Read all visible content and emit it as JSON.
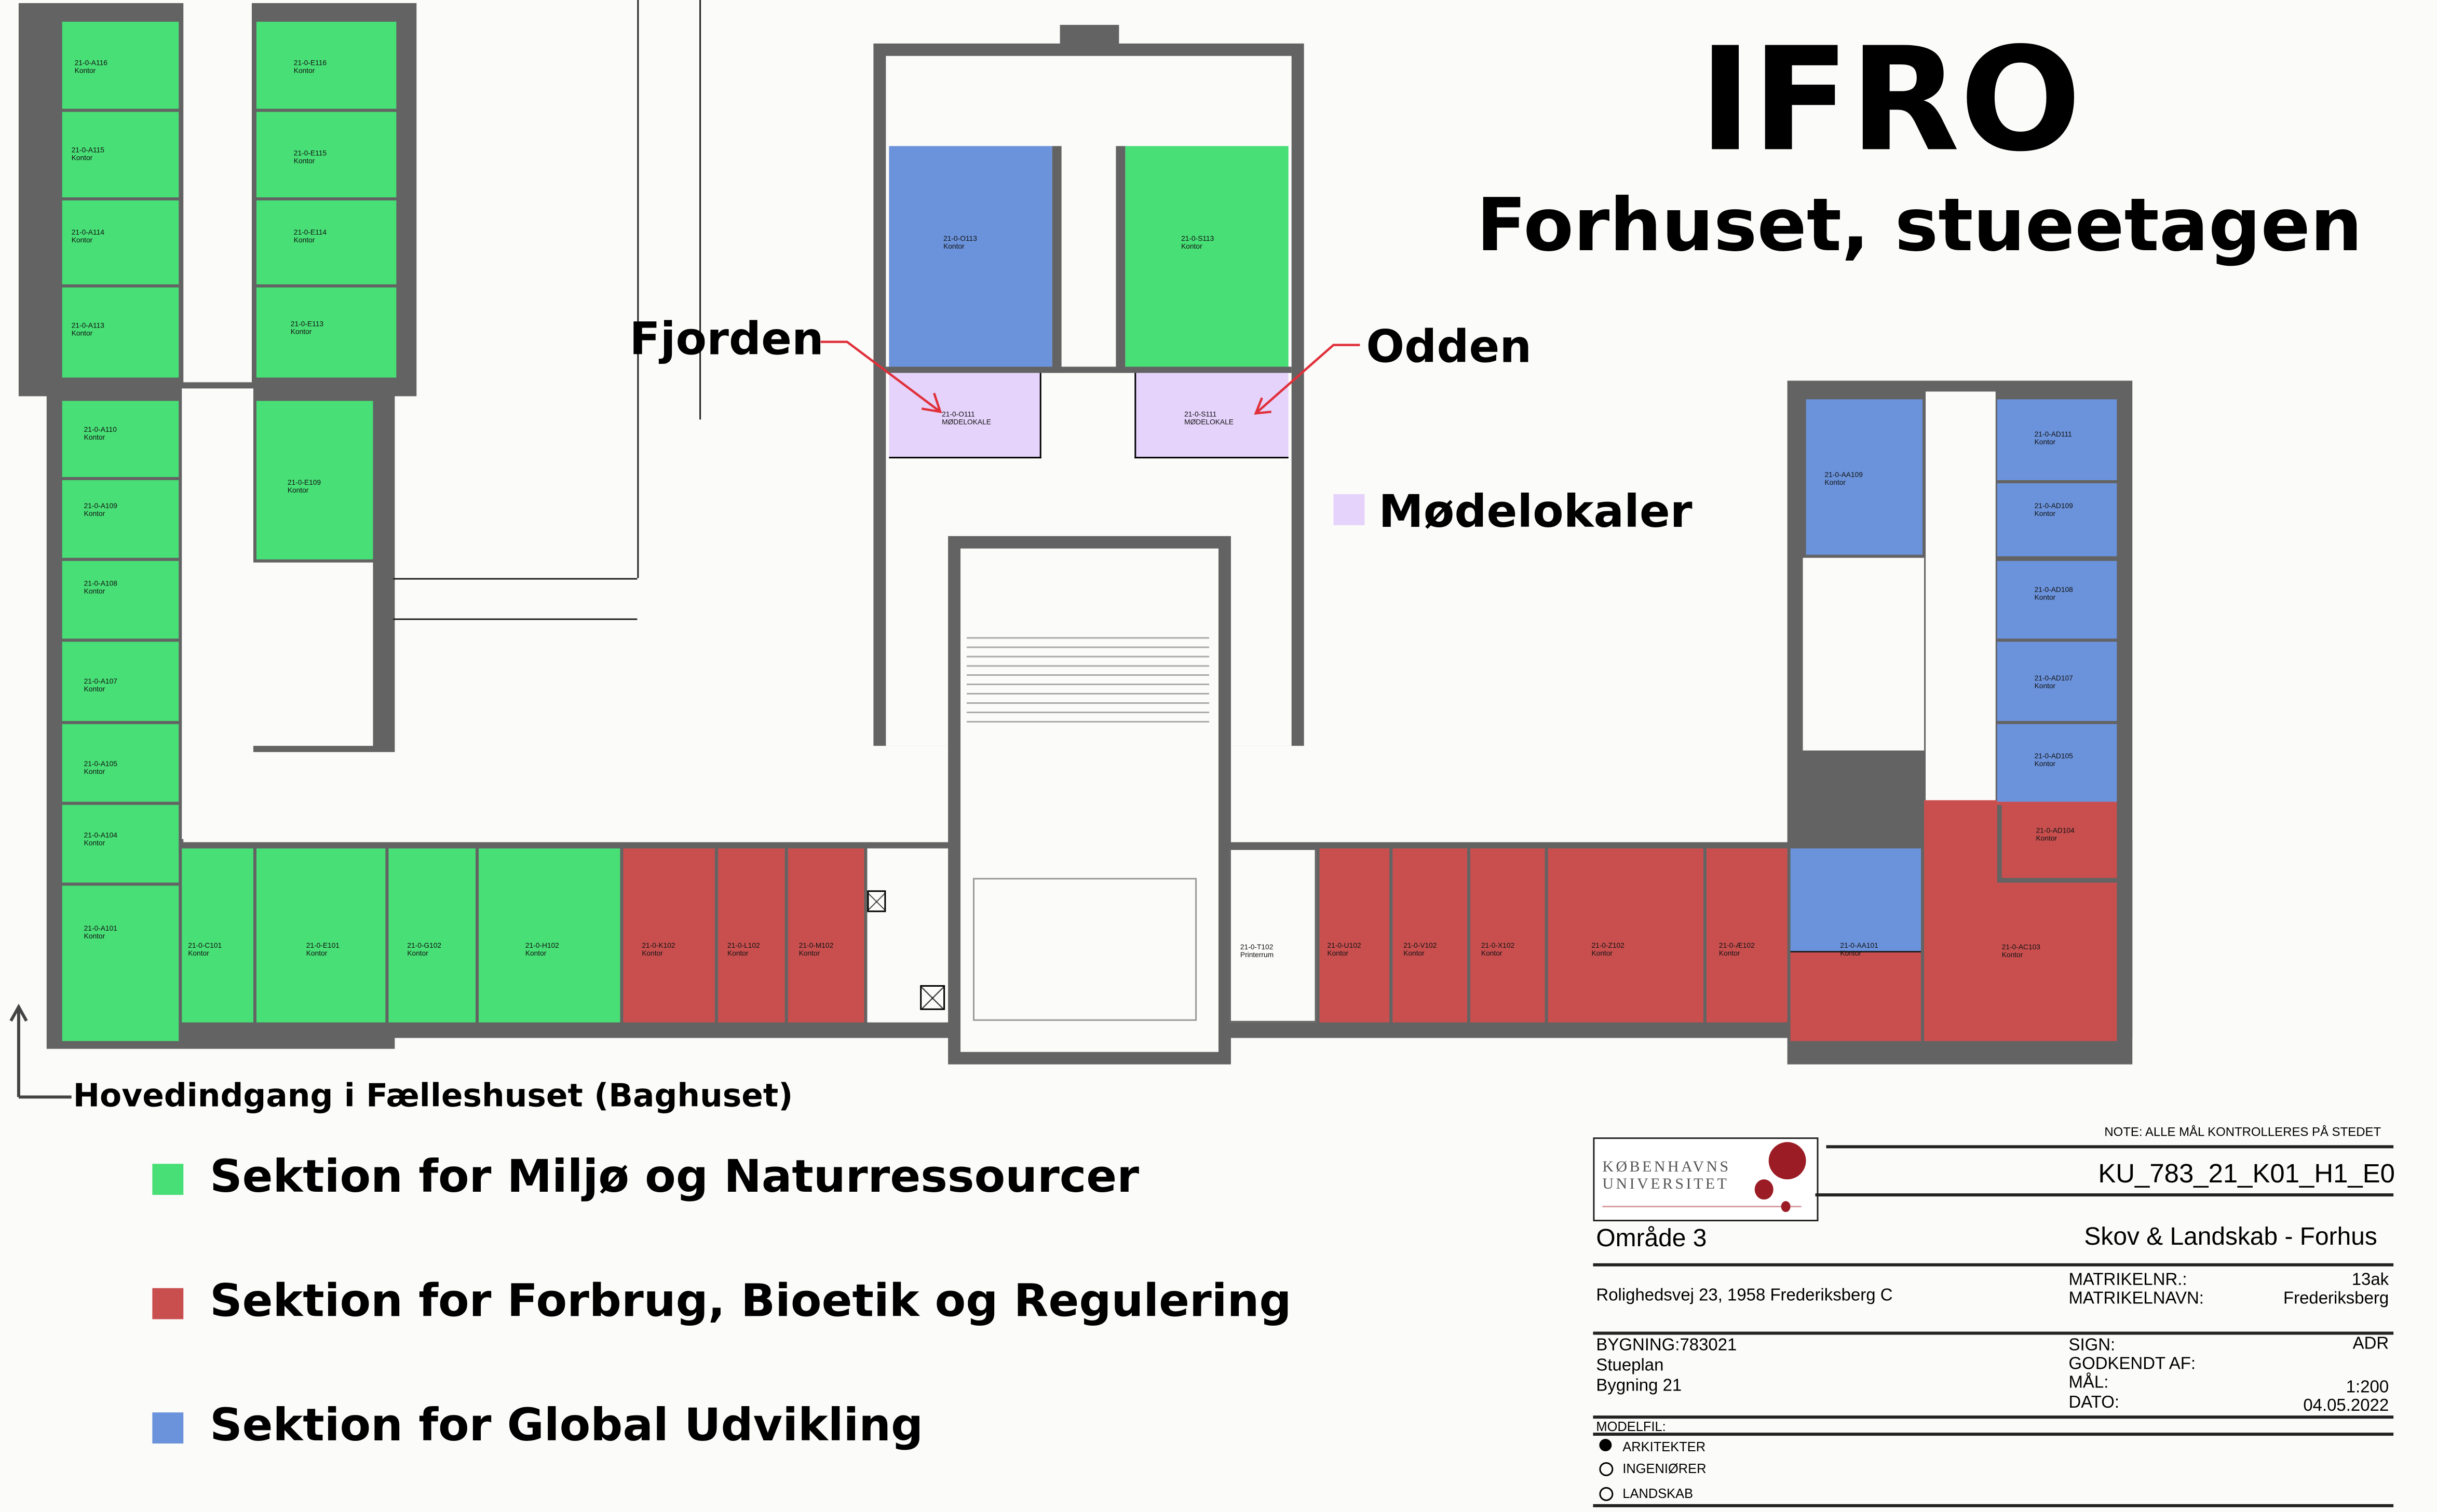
{
  "header": {
    "title": "IFRO",
    "subtitle": "Forhuset, stueetagen"
  },
  "callouts": {
    "fjorden": "Fjorden",
    "odden": "Odden",
    "meeting_legend": "Mødelokaler"
  },
  "entrance_label": "Hovedindgang i Fælleshuset (Baghuset)",
  "legend": [
    {
      "label": "Sektion for Miljø og Naturressourcer",
      "color": "#48df76"
    },
    {
      "label": "Sektion for Forbrug, Bioetik og Regulering",
      "color": "#c94f4f"
    },
    {
      "label": "Sektion for Global Udvikling",
      "color": "#6b93dc"
    }
  ],
  "colors": {
    "meeting": "#e5d3fb",
    "wall": "#636363",
    "arrow": "#e0303a"
  },
  "rooms": {
    "a116": {
      "id": "21-0-A116",
      "use": "Kontor"
    },
    "a115": {
      "id": "21-0-A115",
      "use": "Kontor"
    },
    "a114": {
      "id": "21-0-A114",
      "use": "Kontor"
    },
    "a113": {
      "id": "21-0-A113",
      "use": "Kontor"
    },
    "e116": {
      "id": "21-0-E116",
      "use": "Kontor"
    },
    "e115": {
      "id": "21-0-E115",
      "use": "Kontor"
    },
    "e114": {
      "id": "21-0-E114",
      "use": "Kontor"
    },
    "e113": {
      "id": "21-0-E113",
      "use": "Kontor"
    },
    "a110": {
      "id": "21-0-A110",
      "use": "Kontor"
    },
    "a109": {
      "id": "21-0-A109",
      "use": "Kontor"
    },
    "a108": {
      "id": "21-0-A108",
      "use": "Kontor"
    },
    "a107": {
      "id": "21-0-A107",
      "use": "Kontor"
    },
    "a105": {
      "id": "21-0-A105",
      "use": "Kontor"
    },
    "a104": {
      "id": "21-0-A104",
      "use": "Kontor"
    },
    "a101": {
      "id": "21-0-A101",
      "use": "Kontor"
    },
    "e109": {
      "id": "21-0-E109",
      "use": "Kontor"
    },
    "c101": {
      "id": "21-0-C101",
      "use": "Kontor"
    },
    "e101": {
      "id": "21-0-E101",
      "use": "Kontor"
    },
    "g102": {
      "id": "21-0-G102",
      "use": "Kontor"
    },
    "h102": {
      "id": "21-0-H102",
      "use": "Kontor"
    },
    "k102": {
      "id": "21-0-K102",
      "use": "Kontor"
    },
    "l102": {
      "id": "21-0-L102",
      "use": "Kontor"
    },
    "m102": {
      "id": "21-0-M102",
      "use": "Kontor"
    },
    "o113": {
      "id": "21-0-O113",
      "use": "Kontor"
    },
    "s113": {
      "id": "21-0-S113",
      "use": "Kontor"
    },
    "o111": {
      "id": "21-0-O111",
      "use": "MØDELOKALE"
    },
    "s111": {
      "id": "21-0-S111",
      "use": "MØDELOKALE"
    },
    "t102": {
      "id": "21-0-T102",
      "use": "Printerrum"
    },
    "u102": {
      "id": "21-0-U102",
      "use": "Kontor"
    },
    "v102": {
      "id": "21-0-V102",
      "use": "Kontor"
    },
    "x102": {
      "id": "21-0-X102",
      "use": "Kontor"
    },
    "z102": {
      "id": "21-0-Z102",
      "use": "Kontor"
    },
    "ae102": {
      "id": "21-0-Æ102",
      "use": "Kontor"
    },
    "aa101": {
      "id": "21-0-AA101",
      "use": "Kontor"
    },
    "ac103": {
      "id": "21-0-AC103",
      "use": "Kontor"
    },
    "ad104": {
      "id": "21-0-AD104",
      "use": "Kontor"
    },
    "aa109": {
      "id": "21-0-AA109",
      "use": "Kontor"
    },
    "ad111": {
      "id": "21-0-AD111",
      "use": "Kontor"
    },
    "ad109": {
      "id": "21-0-AD109",
      "use": "Kontor"
    },
    "ad108": {
      "id": "21-0-AD108",
      "use": "Kontor"
    },
    "ad107": {
      "id": "21-0-AD107",
      "use": "Kontor"
    },
    "ad105": {
      "id": "21-0-AD105",
      "use": "Kontor"
    }
  },
  "title_block": {
    "note": "NOTE: ALLE MÅL KONTROLLERES PÅ STEDET",
    "logo_line1": "KØBENHAVNS",
    "logo_line2": "UNIVERSITET",
    "drawing_no": "KU_783_21_K01_H1_E0",
    "area": "Område 3",
    "project": "Skov & Landskab - Forhus",
    "address": "Rolighedsvej 23, 1958 Frederiksberg C",
    "matrikelnr_label": "MATRIKELNR.:",
    "matrikelnr": "13ak",
    "matrikelnavn_label": "MATRIKELNAVN:",
    "matrikelnavn": "Frederiksberg",
    "building": "BYGNING:783021",
    "plan": "Stueplan",
    "building_name": "Bygning 21",
    "sign_label": "SIGN:",
    "sign": "ADR",
    "approved_label": "GODKENDT AF:",
    "scale_label": "MÅL:",
    "scale": "1:200",
    "date_label": "DATO:",
    "date": "04.05.2022",
    "modelfil_label": "MODELFIL:",
    "modelfil": [
      {
        "label": "ARKITEKTER",
        "selected": true
      },
      {
        "label": "INGENIØRER",
        "selected": false
      },
      {
        "label": "LANDSKAB",
        "selected": false
      }
    ]
  }
}
